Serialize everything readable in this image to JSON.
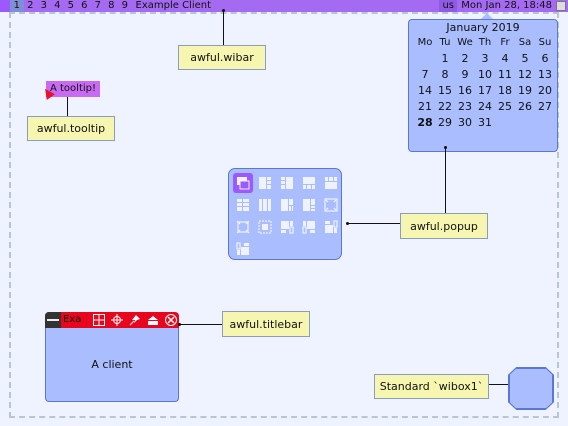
{
  "wibar": {
    "tags": [
      "1",
      "2",
      "3",
      "4",
      "5",
      "6",
      "7",
      "8",
      "9"
    ],
    "client_title": "Example Client",
    "keyboard_layout": "us",
    "clock": "Mon Jan 28, 18:48"
  },
  "callouts": {
    "wibar": "awful.wibar",
    "tooltip": "awful.tooltip",
    "popup": "awful.popup",
    "titlebar": "awful.titlebar",
    "wibox1": "Standard `wibox1`"
  },
  "tooltip_text": "A tooltip!",
  "calendar": {
    "header": "January 2019",
    "weekdays": [
      "Mo",
      "Tu",
      "We",
      "Th",
      "Fr",
      "Sa",
      "Su"
    ],
    "rows": [
      [
        "",
        "1",
        "2",
        "3",
        "4",
        "5",
        "6"
      ],
      [
        "7",
        "8",
        "9",
        "10",
        "11",
        "12",
        "13"
      ],
      [
        "14",
        "15",
        "16",
        "17",
        "18",
        "19",
        "20"
      ],
      [
        "21",
        "22",
        "23",
        "24",
        "25",
        "26",
        "27"
      ],
      [
        "28",
        "29",
        "30",
        "31",
        "",
        "",
        ""
      ]
    ],
    "today": "28"
  },
  "client": {
    "title": "Exa",
    "body": "A client"
  },
  "colors": {
    "wibar": "#a46af2",
    "accent": "#9b59ff",
    "widget_bg": "#a9bdff",
    "callout_bg": "#f6f6b0",
    "titlebar": "#e8061e"
  },
  "popup_layouts": [
    "layout-floating-icon",
    "layout-tile-icon",
    "layout-tileleft-icon",
    "layout-tilebottom-icon",
    "layout-tiletop-icon",
    "layout-fairv-icon",
    "layout-fairh-icon",
    "layout-spiral-icon",
    "layout-dwindle-icon",
    "layout-max-icon",
    "layout-fullscreen-icon",
    "layout-magnifier-icon",
    "layout-cornernw-icon",
    "layout-cornerne-icon",
    "layout-cornersw-icon",
    "layout-cornerse-icon"
  ]
}
